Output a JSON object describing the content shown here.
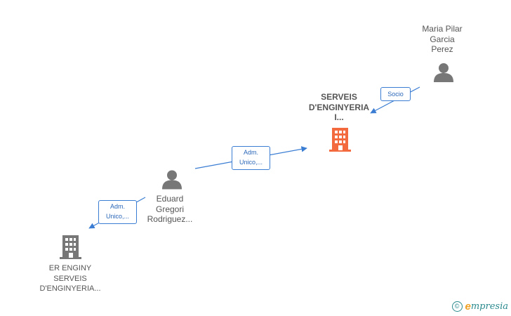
{
  "nodes": {
    "serveis": {
      "label": "SERVEIS\nD'ENGINYERIA\nI...",
      "type": "company-main"
    },
    "maria": {
      "label": "Maria Pilar\nGarcia\nPerez",
      "type": "person"
    },
    "eduard": {
      "label": "Eduard\nGregori\nRodriguez...",
      "type": "person"
    },
    "erenginy": {
      "label": "ER ENGINY\nSERVEIS\nD'ENGINYERIA...",
      "type": "company"
    }
  },
  "edges": {
    "socio": {
      "label": "Socio"
    },
    "adm1": {
      "label": "Adm.\nUnico,..."
    },
    "adm2": {
      "label": "Adm.\nUnico,..."
    }
  },
  "brand": {
    "copyright": "©",
    "first_letter": "e",
    "rest": "mpresia"
  },
  "colors": {
    "edge": "#3a7dd3",
    "main_company": "#f26a3d",
    "node_gray": "#777777"
  }
}
